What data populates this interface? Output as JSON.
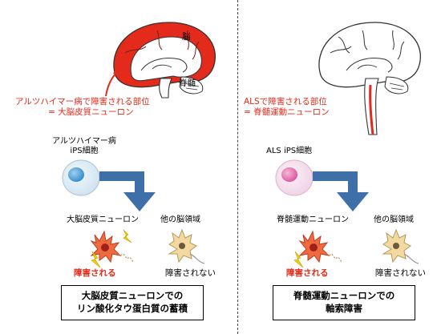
{
  "left_panel": {
    "brain_label_nou": "脳",
    "brain_label_sekizui": "脊髄",
    "lesion_caption_line1": "アルツハイマー病で障害される部位",
    "lesion_caption_line2": "= 大脳皮質ニューロン",
    "ips_label_line1": "アルツハイマー病",
    "ips_label_line2": "iPS細胞",
    "neuron_affected_label": "大脳皮質ニューロン",
    "neuron_other_label": "他の脳領域",
    "status_affected": "障害される",
    "status_not_affected": "障害されない",
    "result_line1": "大脳皮質ニューロンでの",
    "result_line2": "リン酸化タウ蛋白質の蓄積"
  },
  "right_panel": {
    "lesion_caption_line1": "ALSで障害される部位",
    "lesion_caption_line2": "= 脊髄運動ニューロン",
    "ips_label": "ALS iPS細胞",
    "neuron_affected_label": "脊髄運動ニューロン",
    "neuron_other_label": "他の脳領域",
    "status_affected": "障害される",
    "status_not_affected": "障害されない",
    "result_line1": "脊髄運動ニューロンでの",
    "result_line2": "軸索障害"
  },
  "colors": {
    "lesion_red": "#e42a1a",
    "arrow_blue": "#3f6fa8",
    "cell_blue": "#5aa7dc",
    "cell_pink": "#e77ab5",
    "neuron_tan": "#f3d8a0",
    "lightning_yellow": "#f5d000"
  }
}
